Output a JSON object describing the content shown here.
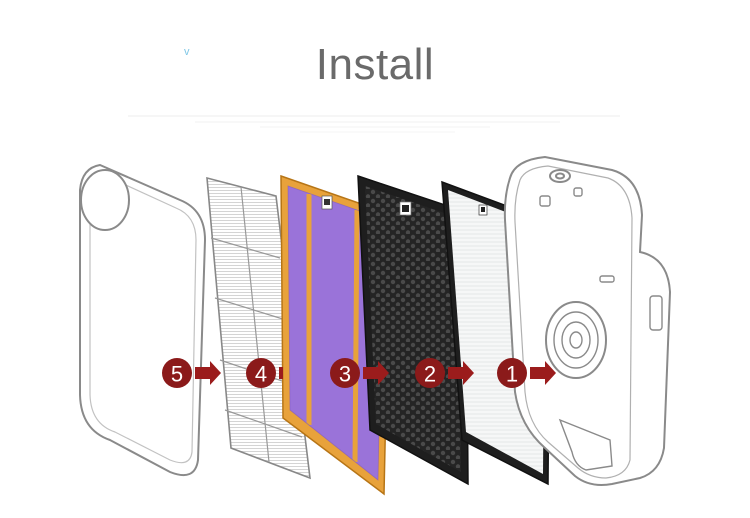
{
  "header": {
    "title": "Install",
    "corner_mark": "v"
  },
  "steps": [
    {
      "number": "5"
    },
    {
      "number": "4"
    },
    {
      "number": "3"
    },
    {
      "number": "2"
    },
    {
      "number": "1"
    }
  ],
  "colors": {
    "badge": "#8b1a1a",
    "arrow": "#9b1c1c",
    "prefilter_frame": "#e8a23b",
    "prefilter_fill": "#9a73d9",
    "carbon": "#1e1e1e",
    "hepa": "#f3f4f4",
    "outline": "#8a8a8a"
  }
}
